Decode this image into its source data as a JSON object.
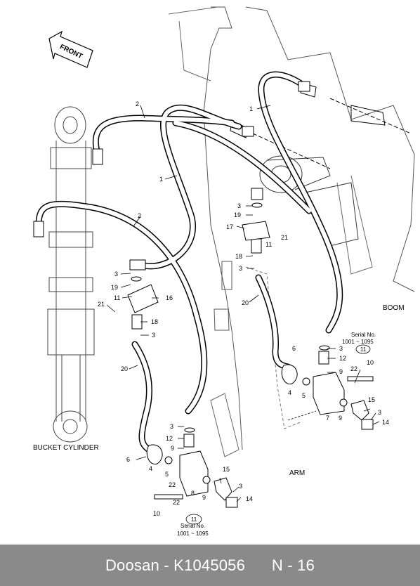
{
  "diagram": {
    "labels": {
      "front": "FRONT",
      "boom": "BOOM",
      "arm": "ARM",
      "bucket_cylinder": "BUCKET CYLINDER"
    },
    "serial_notes": [
      {
        "badge": "11",
        "line1": "Serial No.",
        "line2": "1001 ~ 1095"
      },
      {
        "badge": "11",
        "line1": "Serial No.",
        "line2": "1001 ~ 1095"
      }
    ],
    "callouts": {
      "c_1a": "1",
      "c_1b": "1",
      "c_2a": "2",
      "c_2b": "2",
      "c_3a": "3",
      "c_3b": "3",
      "c_3c": "3",
      "c_3d": "3",
      "c_3e": "3",
      "c_3f": "3",
      "c_3g": "3",
      "c_3h": "3",
      "c_4a": "4",
      "c_4b": "4",
      "c_5a": "5",
      "c_5b": "5",
      "c_6a": "6",
      "c_6b": "6",
      "c_7": "7",
      "c_8": "8",
      "c_9a": "9",
      "c_9b": "9",
      "c_9c": "9",
      "c_9d": "9",
      "c_10a": "10",
      "c_10b": "10",
      "c_11a": "11",
      "c_11b": "11",
      "c_12a": "12",
      "c_12b": "12",
      "c_14a": "14",
      "c_14b": "14",
      "c_15a": "15",
      "c_15b": "15",
      "c_16": "16",
      "c_17": "17",
      "c_18a": "18",
      "c_18b": "18",
      "c_19a": "19",
      "c_19b": "19",
      "c_20a": "20",
      "c_20b": "20",
      "c_21a": "21",
      "c_21b": "21",
      "c_22a": "22",
      "c_22b": "22"
    }
  },
  "footer": {
    "caption": "Doosan - K1045056      N - 16"
  }
}
